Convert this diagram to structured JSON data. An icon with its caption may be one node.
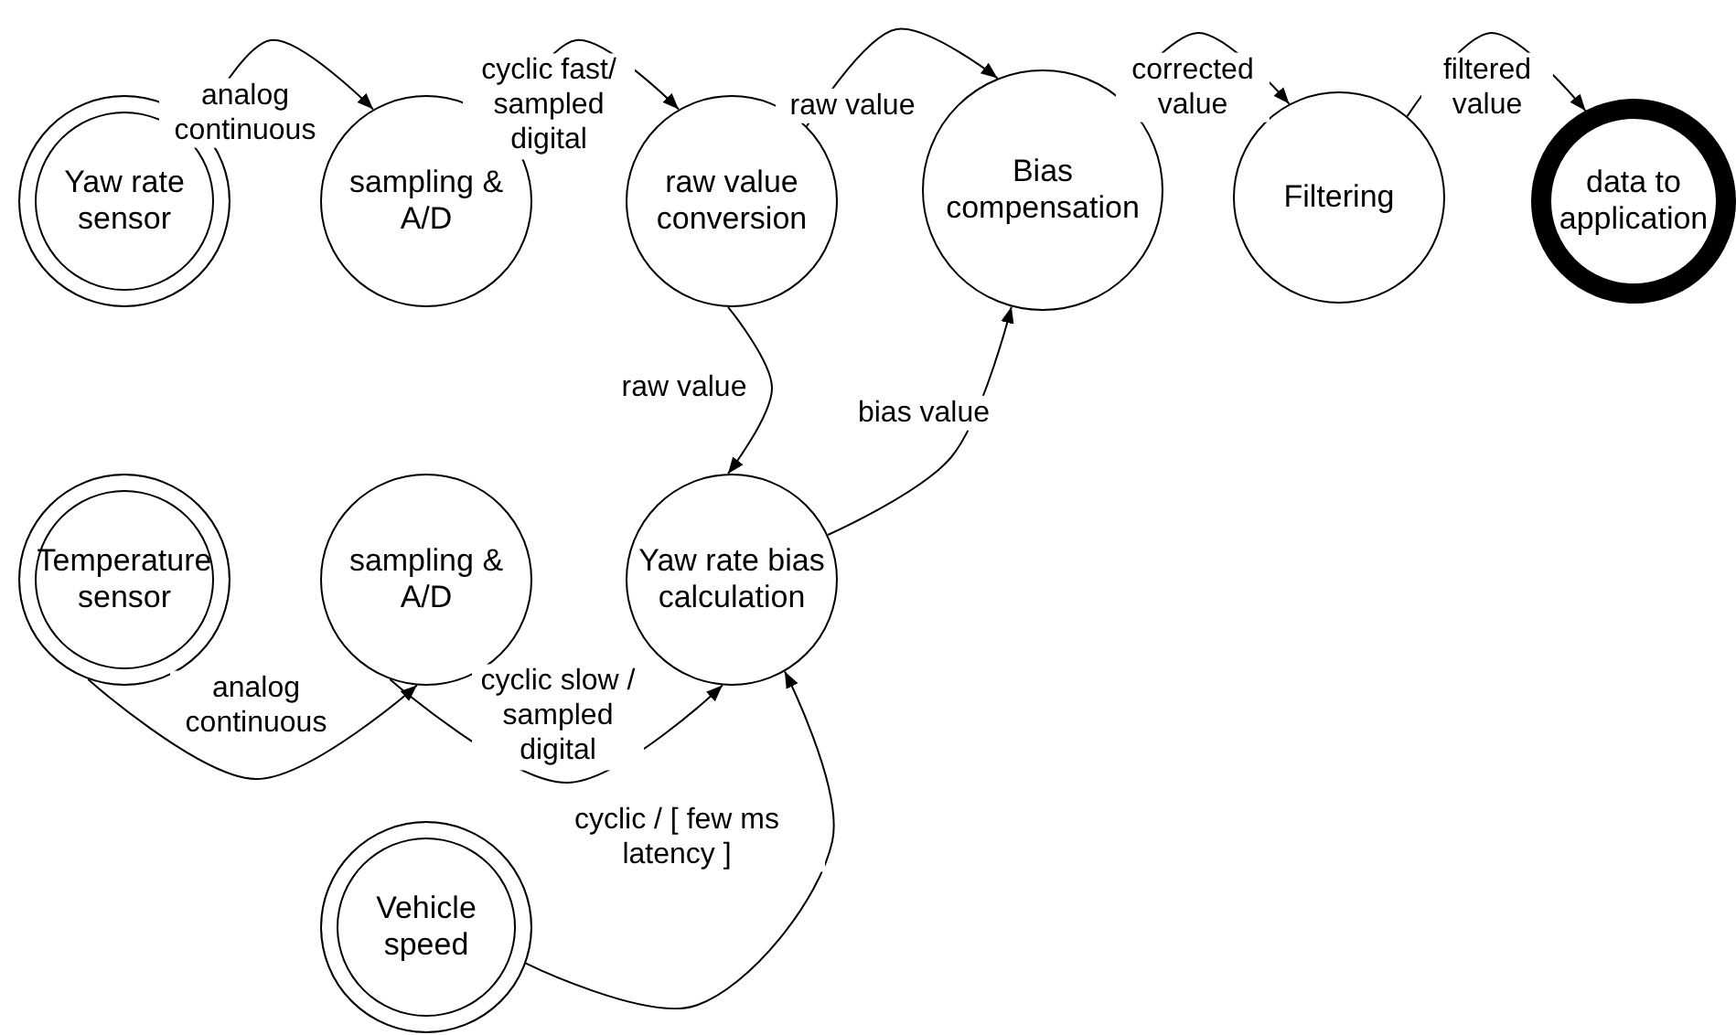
{
  "diagram": {
    "nodes": [
      {
        "text": [
          "Yaw rate sensor"
        ]
      },
      {
        "text": [
          "sampling & A/D"
        ]
      },
      {
        "text": [
          "raw value conversion"
        ]
      },
      {
        "text": [
          "Bias compensation"
        ]
      },
      {
        "text": [
          "Filtering"
        ]
      },
      {
        "text": [
          "data to application"
        ]
      },
      {
        "text": [
          "Temperature sensor"
        ]
      },
      {
        "text": [
          "sampling & A/D"
        ]
      },
      {
        "text": [
          "Yaw rate bias calculation"
        ]
      },
      {
        "text": [
          "Vehicle speed"
        ]
      }
    ],
    "edges": [
      {
        "from": 0,
        "to": 1,
        "arrow": "to",
        "label": "analog continuous"
      },
      {
        "from": 1,
        "to": 2,
        "arrow": "to",
        "label": "cyclic fast/ sampled digital"
      },
      {
        "from": 2,
        "to": 3,
        "arrow": "to",
        "label": "raw value"
      },
      {
        "from": 3,
        "to": 4,
        "arrow": "to",
        "label": "corrected value"
      },
      {
        "from": 4,
        "to": 5,
        "arrow": "to",
        "label": "filtered value"
      },
      {
        "from": 2,
        "to": 8,
        "arrow": "to",
        "label": "raw value"
      },
      {
        "from": 8,
        "to": 3,
        "arrow": "to",
        "label": "bias value"
      },
      {
        "from": 6,
        "to": 7,
        "arrow": "to",
        "label": "analog continuous"
      },
      {
        "from": 7,
        "to": 8,
        "arrow": "to",
        "label": "cyclic slow / sampled digital"
      },
      {
        "from": 9,
        "to": 8,
        "arrow": "to",
        "label": "cyclic / [ few ms latency ]"
      }
    ]
  }
}
